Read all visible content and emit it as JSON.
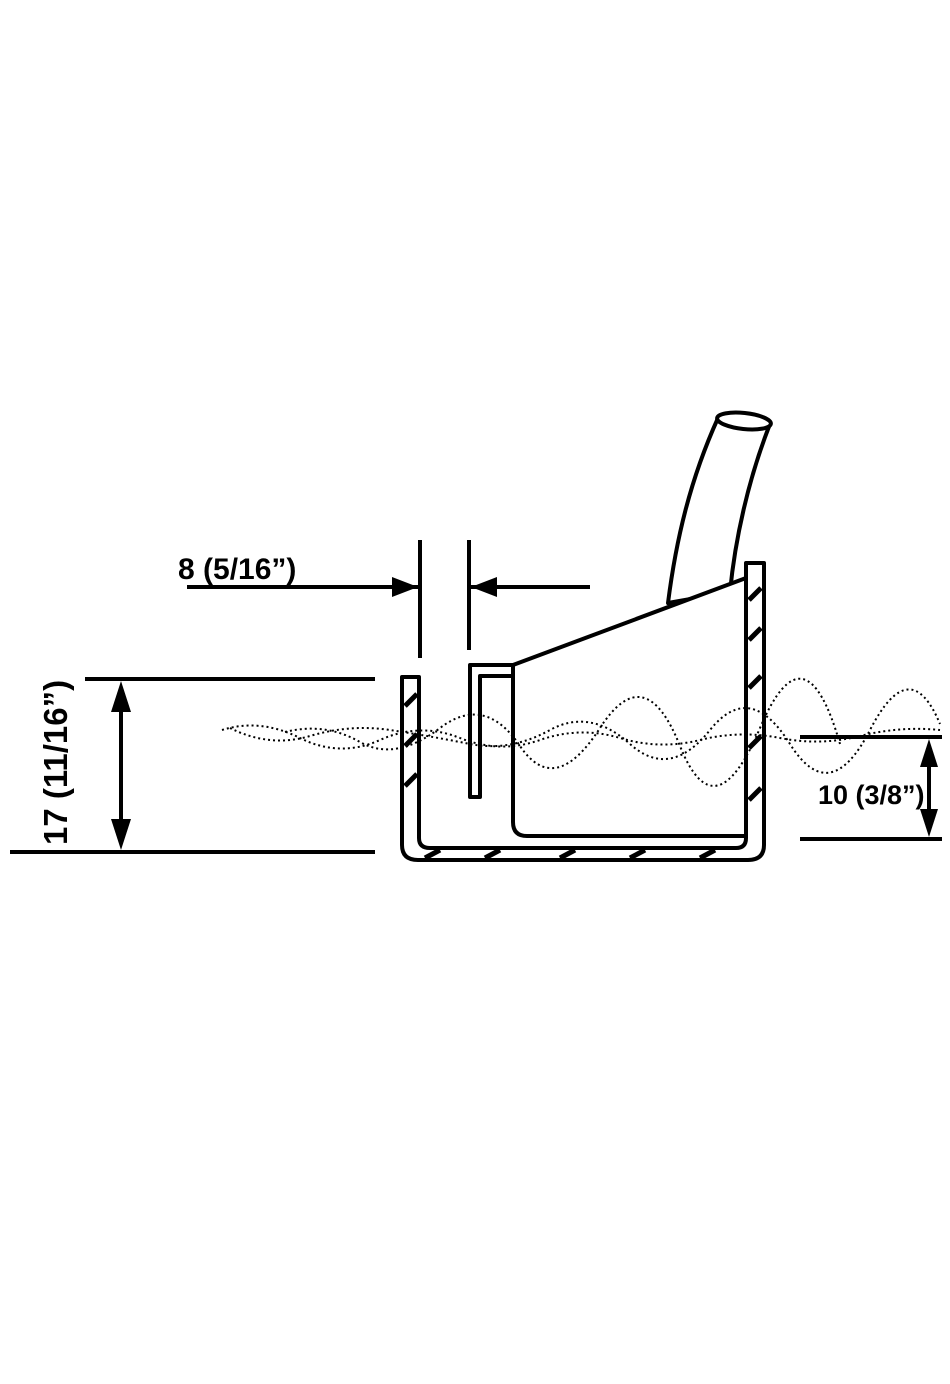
{
  "dimensions": {
    "gap_width": "8 (5/16”)",
    "overall_height": "17 (11/16”)",
    "fill_height": "10 (3/8”)"
  },
  "colors": {
    "ink": "#000000",
    "background": "#ffffff"
  }
}
